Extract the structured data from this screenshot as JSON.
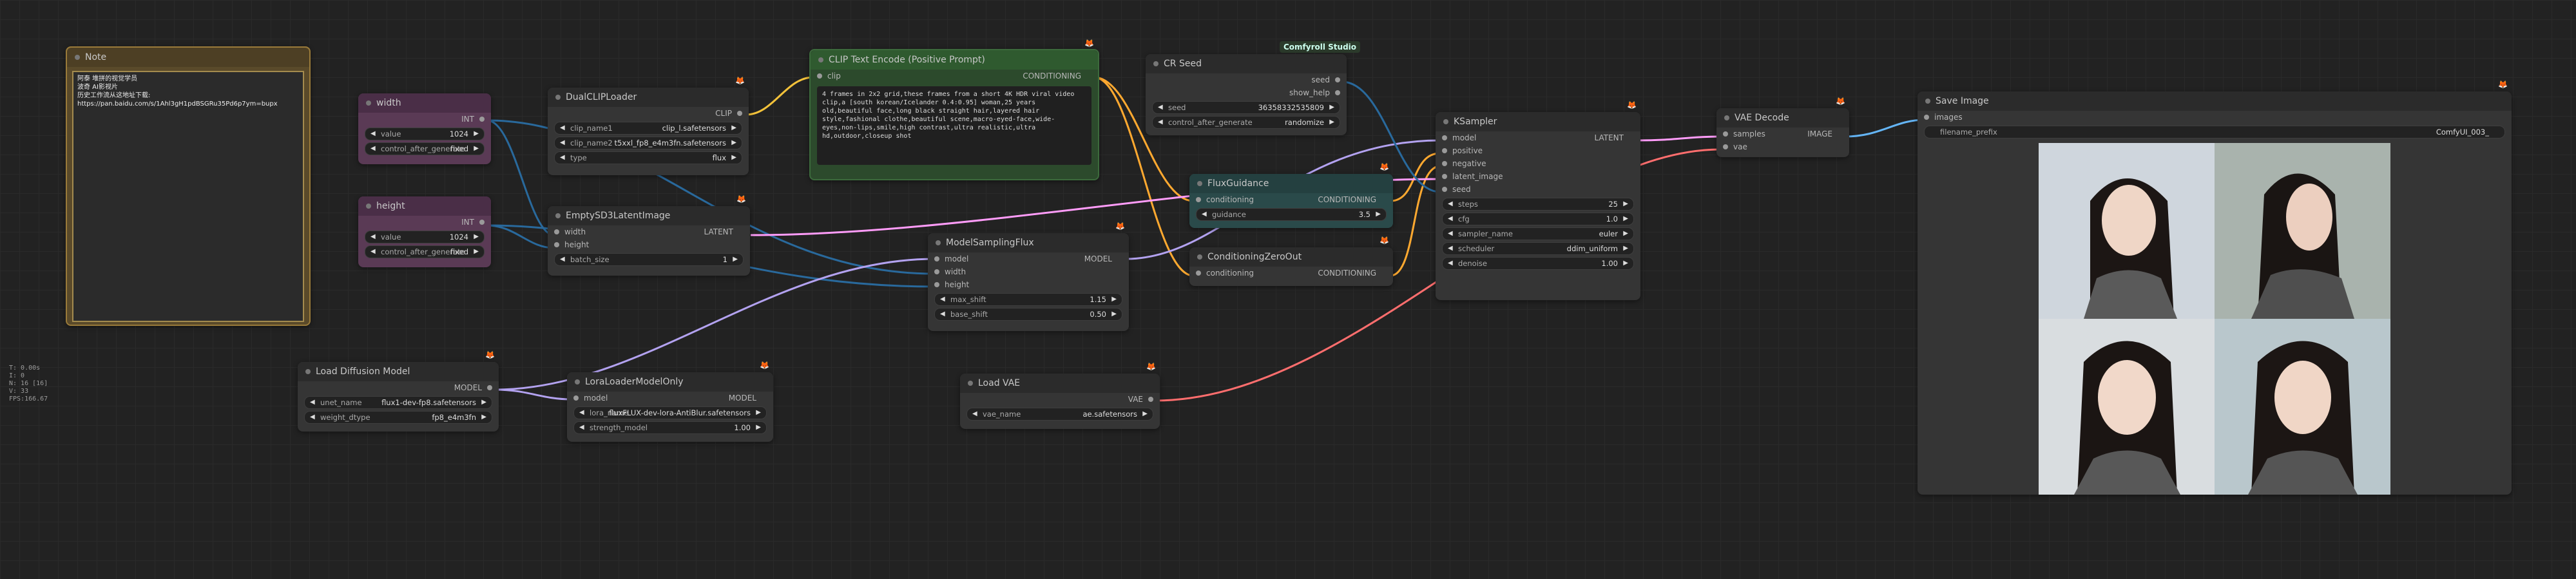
{
  "colors": {
    "clip": "#f3c23a",
    "model": "#b3a2f0",
    "latent": "#ff9cf9",
    "cond": "#ffa930",
    "vae": "#ff6e6e",
    "image": "#64b5f6",
    "int": "#29699c"
  },
  "note": {
    "title": "Note",
    "lines": [
      "阿泰 堆拼的视觉学员",
      "波奇 AI影视片",
      "历史工作流从这地址下载:",
      "https://pan.baidu.com/s/1Ahl3gH1pdBSGRu35Pd6p7ym=bupx"
    ]
  },
  "width_node": {
    "title": "width",
    "out": "INT",
    "value_label": "value",
    "value": "1024",
    "ctrl_label": "control_after_generate",
    "ctrl": "fixed"
  },
  "height_node": {
    "title": "height",
    "out": "INT",
    "value_label": "value",
    "value": "1024",
    "ctrl_label": "control_after_generate",
    "ctrl": "fixed"
  },
  "dualclip": {
    "title": "DualCLIPLoader",
    "out": "CLIP",
    "w1_label": "clip_name1",
    "w1": "clip_l.safetensors",
    "w2_label": "clip_name2",
    "w2": "t5xxl_fp8_e4m3fn.safetensors",
    "w3_label": "type",
    "w3": "flux"
  },
  "clip_text": {
    "title": "CLIP Text Encode (Positive Prompt)",
    "in": "clip",
    "out": "CONDITIONING",
    "text": "4 frames in 2x2 grid,these frames from a short 4K HDR viral video clip,a [south korean/Icelander 0.4:0.95] woman,25 years old,beautiful face,long black straight hair,layered hair style,fashional clothe,beautiful scene,macro-eyed-face,wide-eyes,non-lips,smile,high contrast,ultra realistic,ultra hd,outdoor,closeup shot"
  },
  "empty_latent": {
    "title": "EmptySD3LatentImage",
    "out": "LATENT",
    "in1": "width",
    "in2": "height",
    "w1_label": "batch_size",
    "w1": "1"
  },
  "model_sampling": {
    "title": "ModelSamplingFlux",
    "out": "MODEL",
    "in1": "model",
    "in2": "width",
    "in3": "height",
    "w1_label": "max_shift",
    "w1": "1.15",
    "w2_label": "base_shift",
    "w2": "0.50"
  },
  "cr_seed": {
    "title": "CR Seed",
    "out1": "seed",
    "out2": "show_help",
    "w1_label": "seed",
    "w1": "36358332535809",
    "w2_label": "control_after_generate",
    "w2": "randomize"
  },
  "studio": "Comfyroll Studio",
  "flux_guidance": {
    "title": "FluxGuidance",
    "in": "conditioning",
    "out": "CONDITIONING",
    "w1_label": "guidance",
    "w1": "3.5"
  },
  "cond_zero": {
    "title": "ConditioningZeroOut",
    "in": "conditioning",
    "out": "CONDITIONING"
  },
  "ksampler": {
    "title": "KSampler",
    "out": "LATENT",
    "in1": "model",
    "in2": "positive",
    "in3": "negative",
    "in4": "latent_image",
    "in5": "seed",
    "w1_label": "steps",
    "w1": "25",
    "w2_label": "cfg",
    "w2": "1.0",
    "w3_label": "sampler_name",
    "w3": "euler",
    "w4_label": "scheduler",
    "w4": "ddim_uniform",
    "w5_label": "denoise",
    "w5": "1.00"
  },
  "vae_decode": {
    "title": "VAE Decode",
    "in1": "samples",
    "in2": "vae",
    "out": "IMAGE"
  },
  "save_image": {
    "title": "Save Image",
    "in": "images",
    "w1_label": "filename_prefix",
    "w1": "ComfyUI_003_"
  },
  "load_diffusion": {
    "title": "Load Diffusion Model",
    "out": "MODEL",
    "w1_label": "unet_name",
    "w1": "flux1-dev-fp8.safetensors",
    "w2_label": "weight_dtype",
    "w2": "fp8_e4m3fn"
  },
  "lora_loader": {
    "title": "LoraLoaderModelOnly",
    "in": "model",
    "out": "MODEL",
    "w1_label": "lora_name",
    "w1": "fluxFLUX-dev-lora-AntiBlur.safetensors",
    "w2_label": "strength_model",
    "w2": "1.00"
  },
  "load_vae": {
    "title": "Load VAE",
    "out": "VAE",
    "w1_label": "vae_name",
    "w1": "ae.safetensors"
  },
  "info": [
    "T: 0.00s",
    "I: 0",
    "N: 16 [16]",
    "V: 33",
    "FPS:166.67"
  ]
}
